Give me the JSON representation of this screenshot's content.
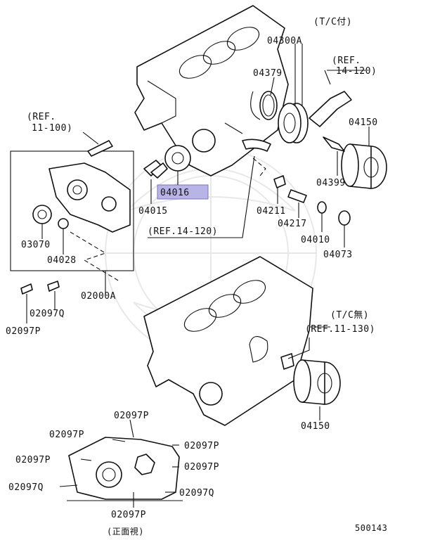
{
  "labels": {
    "tc_with": "(T/C付)",
    "tc_without": "(T/C無)",
    "front_view": "(正面視)",
    "ref_14_120_top": "(REF.",
    "ref_14_120_top_num": "14-120)",
    "ref_11_100_a": "(REF.",
    "ref_11_100_b": "11-100)",
    "ref_14_120_mid": "(REF.14-120)",
    "ref_11_130": "(REF.11-130)",
    "p04300A": "04300A",
    "p04379": "04379",
    "p04150_top": "04150",
    "p04399": "04399",
    "p04016": "04016",
    "p04015": "04015",
    "p04211": "04211",
    "p04217": "04217",
    "p04010": "04010",
    "p04073": "04073",
    "p03070": "03070",
    "p04028": "04028",
    "p02000A": "02000A",
    "p02097Q_a": "02097Q",
    "p02097P_a": "02097P",
    "p04150_bottom": "04150",
    "front_02097P_1": "02097P",
    "front_02097P_2": "02097P",
    "front_02097P_3": "02097P",
    "front_02097P_4": "02097P",
    "front_02097P_5": "02097P",
    "front_02097Q_1": "02097Q",
    "front_02097Q_2": "02097Q",
    "front_02097P_6": "02097P",
    "diagram_id": "500143"
  },
  "colors": {
    "highlight_fill": "#b9b4e6",
    "line": "#111111",
    "watermark": "#e8e8e8"
  },
  "highlighted_part": "04016"
}
